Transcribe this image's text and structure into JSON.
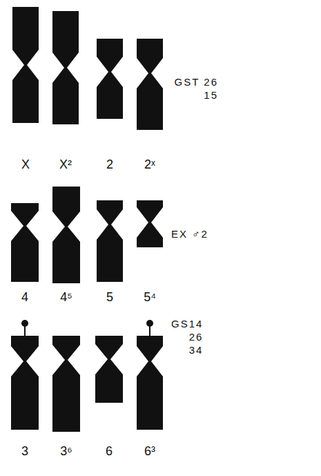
{
  "diagram": {
    "labels": [
      "X",
      "X²",
      "2",
      "2ˣ",
      "GST 26 15",
      "4",
      "4⁵",
      "5",
      "5⁴",
      "EX ♂2",
      "3",
      "3⁶",
      "6",
      "6³",
      "GS14 26 34"
    ]
  }
}
